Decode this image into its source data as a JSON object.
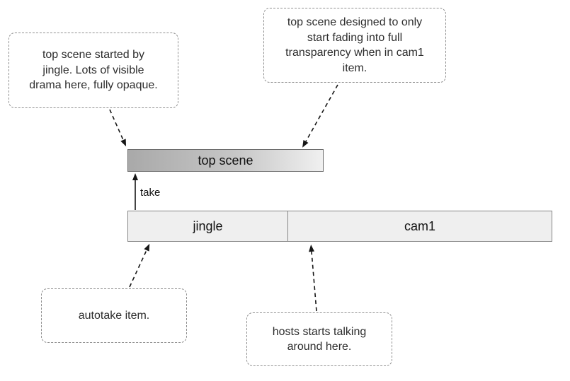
{
  "callouts": [
    {
      "id": "top-left",
      "text": "top scene started by\njingle. Lots of visible\ndrama here, fully opaque."
    },
    {
      "id": "top-center",
      "text": "top scene designed to only\nstart fading into full\ntransparency when in cam1\nitem."
    },
    {
      "id": "autotake",
      "text": "autotake item."
    },
    {
      "id": "hosts",
      "text": "hosts starts talking\naround here."
    }
  ],
  "timeline": {
    "top_bar": {
      "label": "top scene"
    },
    "bottom_bar": {
      "segments": [
        {
          "label": "jingle"
        },
        {
          "label": "cam1"
        }
      ]
    }
  },
  "take_arrow": {
    "label": "take"
  },
  "colors": {
    "background": "#ffffff",
    "top_bar_gradient_start": "#a9a9a9",
    "top_bar_gradient_end": "#f0f0f0",
    "top_bar_border": "#6e6e6e",
    "bottom_bar_fill": "#efefef",
    "bottom_bar_border": "#858585",
    "callout_border": "#8f8f8f",
    "text": "#2d2d2d",
    "arrow": "#161616"
  }
}
